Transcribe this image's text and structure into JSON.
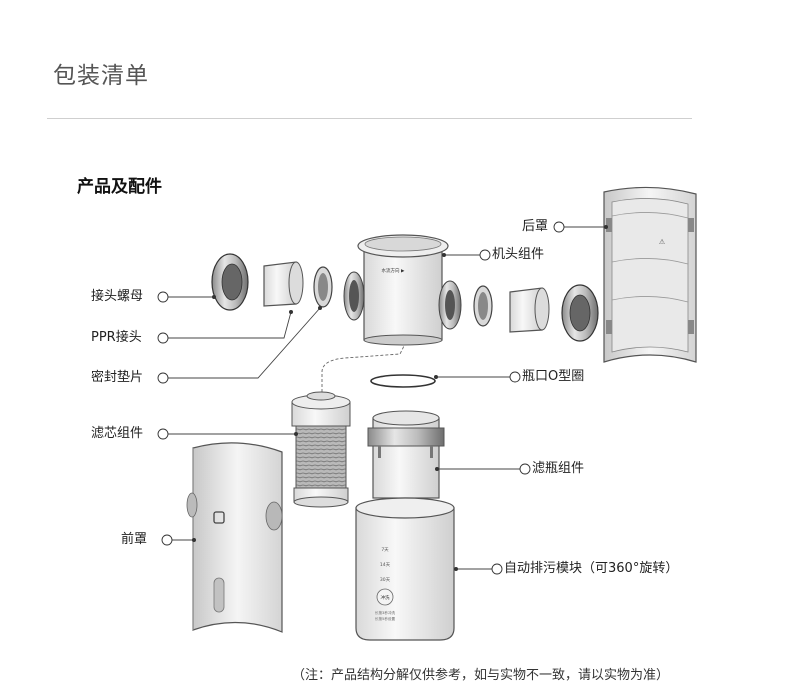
{
  "header": {
    "title": "包装清单"
  },
  "section": {
    "title": "产品及配件"
  },
  "parts": {
    "rear_cover": "后罩",
    "head_assembly": "机头组件",
    "nut": "接头螺母",
    "ppr_joint": "PPR接头",
    "seal_gasket": "密封垫片",
    "bottle_oring": "瓶口O型圈",
    "filter_core": "滤芯组件",
    "filter_bottle": "滤瓶组件",
    "front_cover": "前罩",
    "drain_module": "自动排污模块（可360°旋转）"
  },
  "device_text": {
    "head_label": "水流方向 ▶",
    "day_7": "7天",
    "day_14": "14天",
    "day_30": "30天",
    "flush_button": "冲洗",
    "hint_line1": "长按3秒冲洗",
    "hint_line2": "长按5秒设置"
  },
  "footnote": "（注：产品结构分解仅供参考，如与实物不一致，请以实物为准）"
}
